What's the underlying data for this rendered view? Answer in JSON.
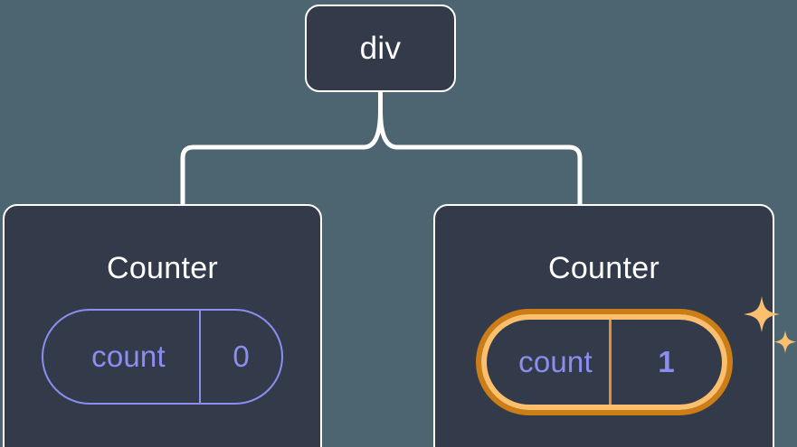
{
  "diagram": {
    "type": "component-tree",
    "background_color": "#4c6570",
    "node_fill": "#333b4a",
    "node_border": "#ffffff",
    "connector_color": "#ffffff",
    "accent_purple": "#8b8ef0",
    "accent_orange_outer": "#cd7d16",
    "accent_orange_inner": "#fbbf6e",
    "root": {
      "label": "div"
    },
    "children": [
      {
        "label": "Counter",
        "highlighted": false,
        "state": {
          "key": "count",
          "value": "0"
        }
      },
      {
        "label": "Counter",
        "highlighted": true,
        "state": {
          "key": "count",
          "value": "1"
        },
        "sparkle_icons": [
          "sparkle-large",
          "sparkle-small"
        ]
      }
    ]
  }
}
